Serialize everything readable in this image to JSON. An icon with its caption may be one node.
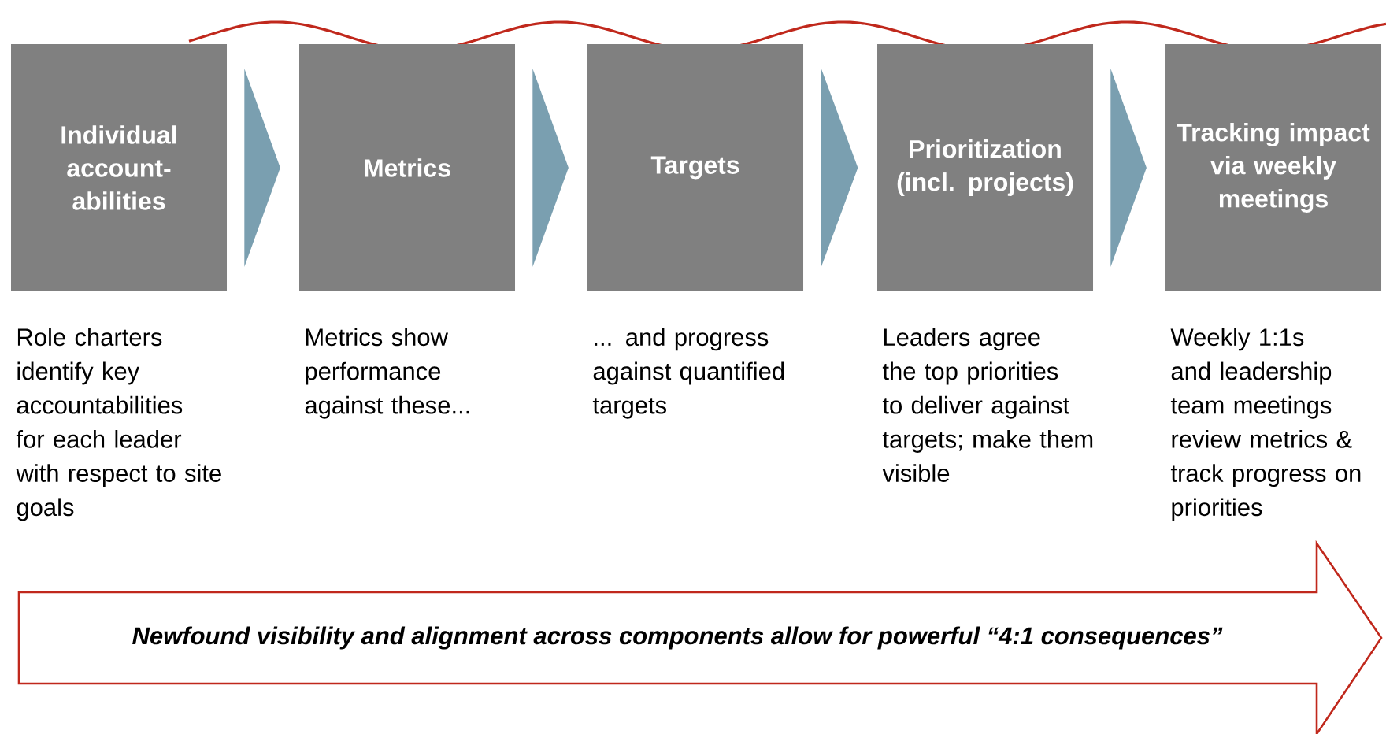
{
  "diagram": {
    "nodes": [
      {
        "text": [
          "Individual account-abilities"
        ],
        "beside": [
          "Role charters identify key accountabilities for each leader with respect to site goals"
        ]
      },
      {
        "text": [
          "Metrics"
        ],
        "beside": [
          "Metrics show performance against these..."
        ]
      },
      {
        "text": [
          "Targets"
        ],
        "beside": [
          "... and progress against quantified targets"
        ]
      },
      {
        "text": [
          "Prioritization (incl. projects)"
        ],
        "beside": [
          "Leaders agree the top priorities to deliver against targets; make them visible"
        ]
      },
      {
        "text": [
          "Tracking impact via weekly meetings"
        ],
        "beside": [
          "Weekly 1:1s and leadership team meetings review metrics &  track progress on priorities"
        ]
      },
      {
        "text": [
          "Newfound visibility and alignment across components allow for powerful “4:1 consequences”"
        ]
      }
    ],
    "edges": [
      {
        "from": 0,
        "to": 1,
        "arrow": "to"
      },
      {
        "from": 1,
        "to": 2,
        "arrow": "to"
      },
      {
        "from": 2,
        "to": 3,
        "arrow": "to"
      },
      {
        "from": 3,
        "to": 4,
        "arrow": "to"
      }
    ]
  }
}
